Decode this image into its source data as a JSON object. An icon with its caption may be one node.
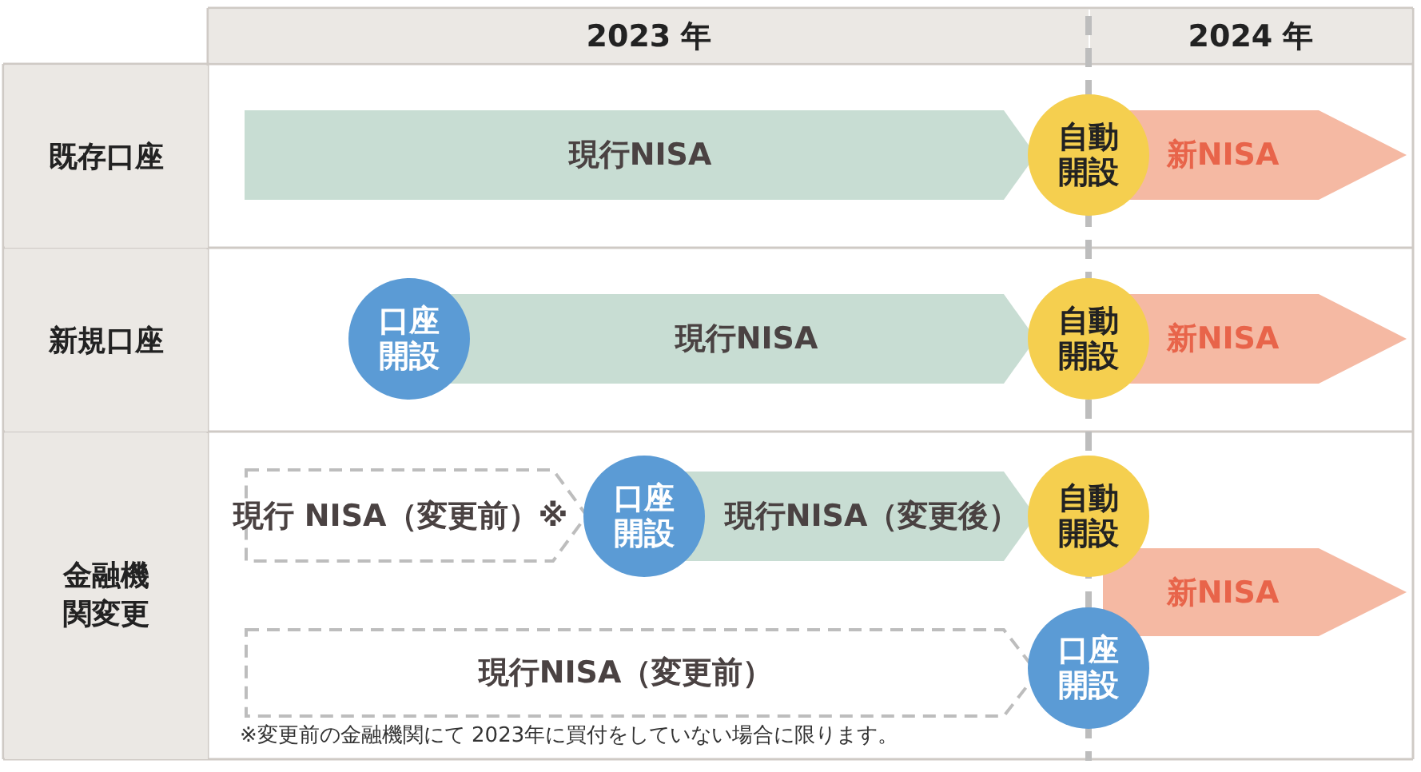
{
  "diagram": {
    "nodes": [
      {
        "text": [
          "現行NISA"
        ]
      },
      {
        "text": [
          "自動開設"
        ]
      },
      {
        "text": [
          "新NISA"
        ]
      },
      {
        "text": [
          "口座開設"
        ]
      },
      {
        "text": [
          "現行NISA"
        ]
      },
      {
        "text": [
          "自動開設"
        ]
      },
      {
        "text": [
          "新NISA"
        ]
      },
      {
        "text": [
          "現行 NISA（変更前）※"
        ]
      },
      {
        "text": [
          "口座開設"
        ]
      },
      {
        "text": [
          "現行NISA（変更後）"
        ]
      },
      {
        "text": [
          "自動開設"
        ]
      },
      {
        "text": [
          "新NISA"
        ]
      },
      {
        "text": [
          "現行NISA（変更前）"
        ]
      },
      {
        "text": [
          "口座開設"
        ]
      }
    ],
    "labels": [
      "2023 年",
      "2024 年",
      "既存口座",
      "新規口座",
      "金融機関変更",
      "※変更前の金融機関にて 2023年に買付をしていない場合に限ります。"
    ]
  }
}
